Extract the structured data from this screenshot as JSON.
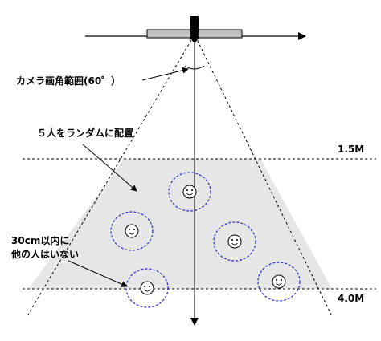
{
  "labels": {
    "camera_angle": "カメラ画角範囲(60゜）",
    "random_placement": "５人をランダムに配置",
    "distance_near": "1.5M",
    "distance_far": "4.0M",
    "spacing_line1": "30cm以内に",
    "spacing_line2": "他の人はいない"
  },
  "people": [
    {
      "id": "person-1",
      "icon": "smiley-icon"
    },
    {
      "id": "person-2",
      "icon": "smiley-icon"
    },
    {
      "id": "person-3",
      "icon": "smiley-icon"
    },
    {
      "id": "person-4",
      "icon": "smiley-icon"
    },
    {
      "id": "person-5",
      "icon": "smiley-icon"
    }
  ],
  "colors": {
    "floor_fill": "#e6e6e6",
    "camera_body": "#000000",
    "mount_bar": "#bfbfbf",
    "personal_space": "#2b2bd6"
  }
}
